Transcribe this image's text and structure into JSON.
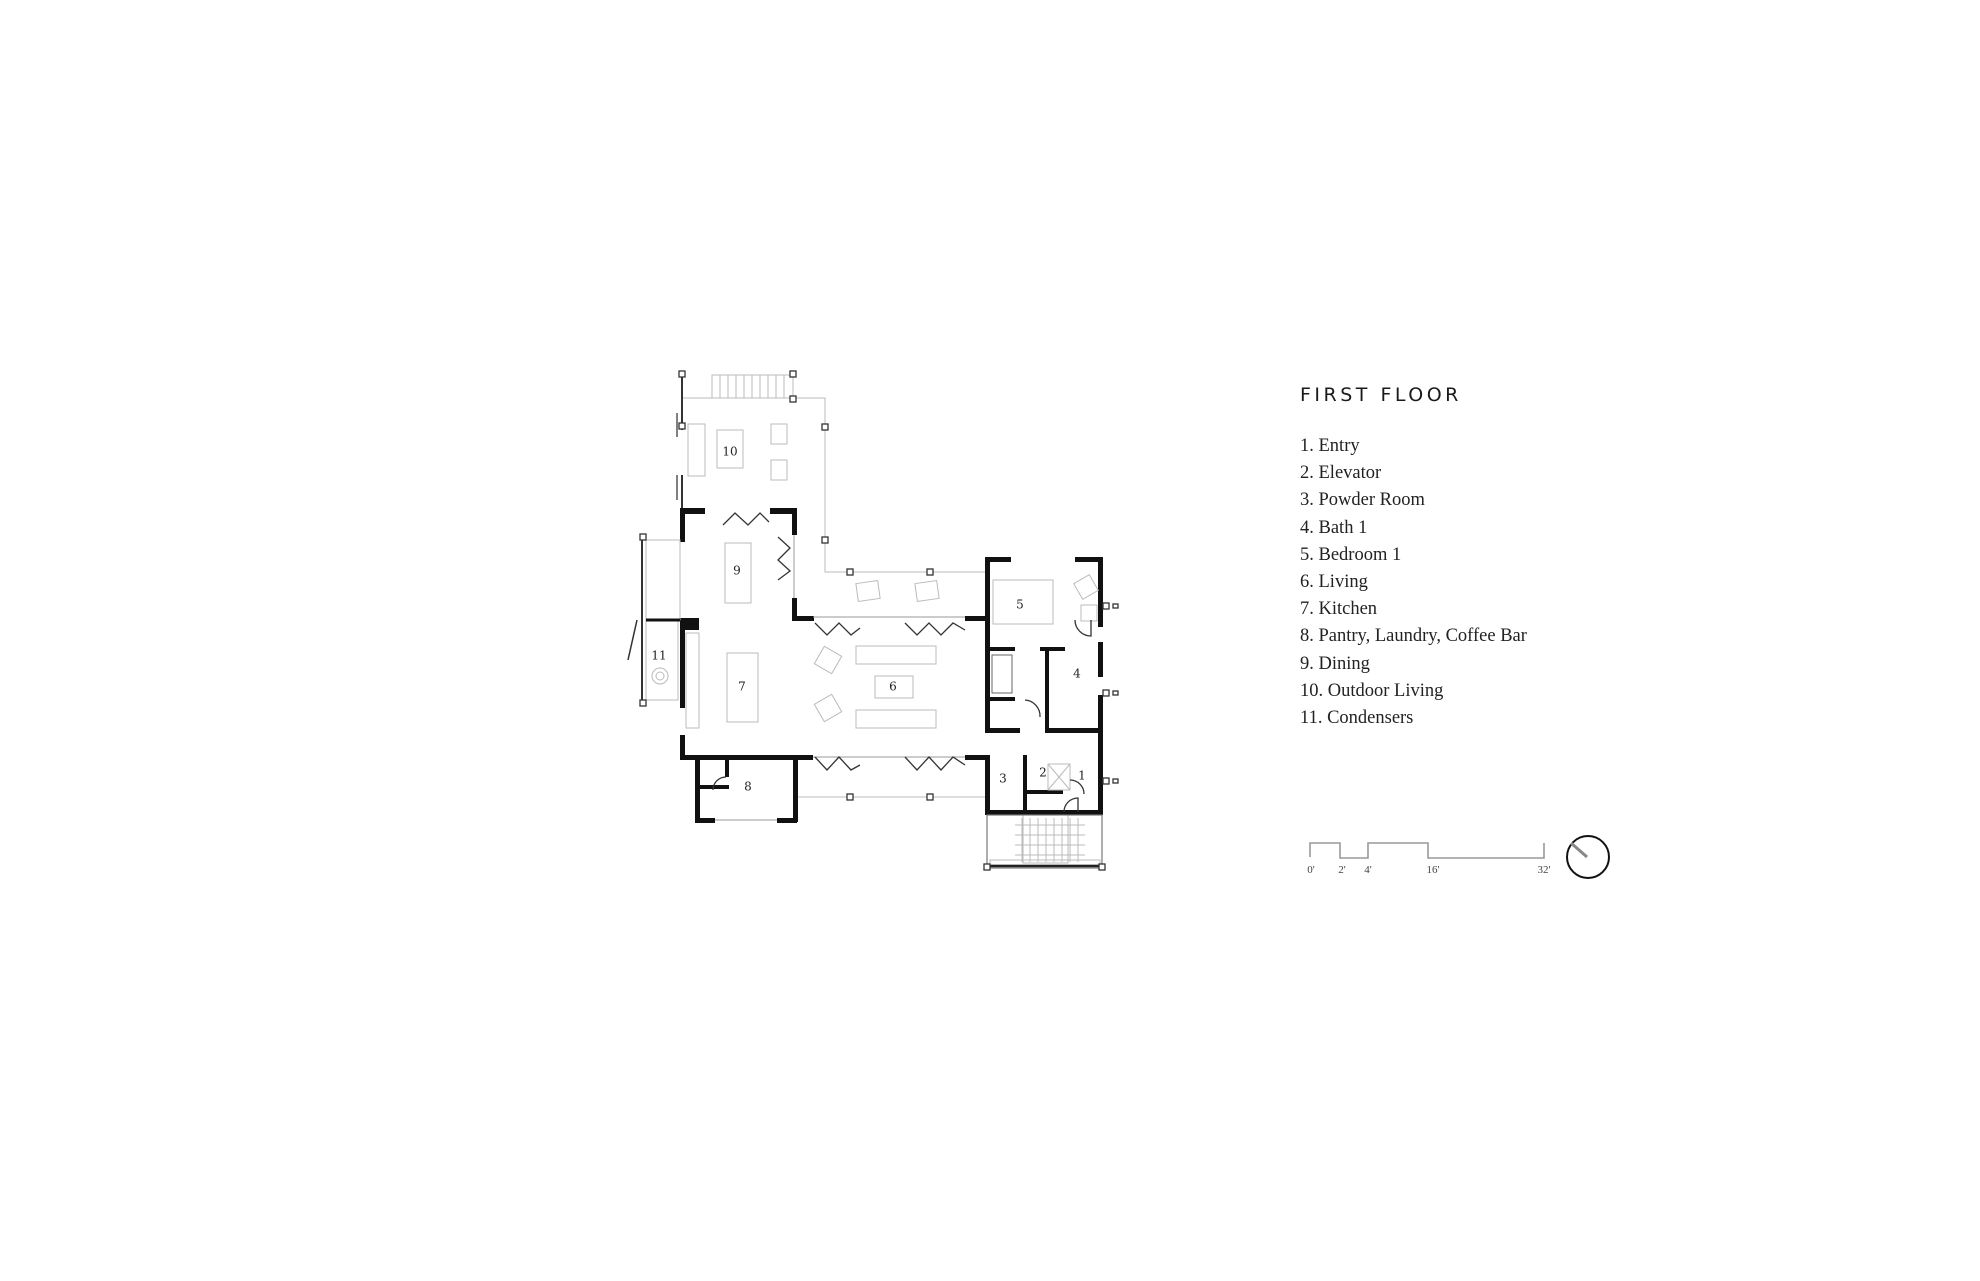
{
  "title": "FIRST FLOOR",
  "rooms": [
    {
      "num": "1",
      "label": "1. Entry"
    },
    {
      "num": "2",
      "label": "2. Elevator"
    },
    {
      "num": "3",
      "label": "3. Powder Room"
    },
    {
      "num": "4",
      "label": "4. Bath 1"
    },
    {
      "num": "5",
      "label": "5. Bedroom 1"
    },
    {
      "num": "6",
      "label": "6. Living"
    },
    {
      "num": "7",
      "label": "7. Kitchen"
    },
    {
      "num": "8",
      "label": "8. Pantry, Laundry, Coffee Bar"
    },
    {
      "num": "9",
      "label": "9. Dining"
    },
    {
      "num": "10",
      "label": "10. Outdoor Living"
    },
    {
      "num": "11",
      "label": "11. Condensers"
    }
  ],
  "scale_bar": {
    "ticks": [
      "0'",
      "2'",
      "4'",
      "16'",
      "32'"
    ]
  },
  "north_arrow": "compass-icon"
}
